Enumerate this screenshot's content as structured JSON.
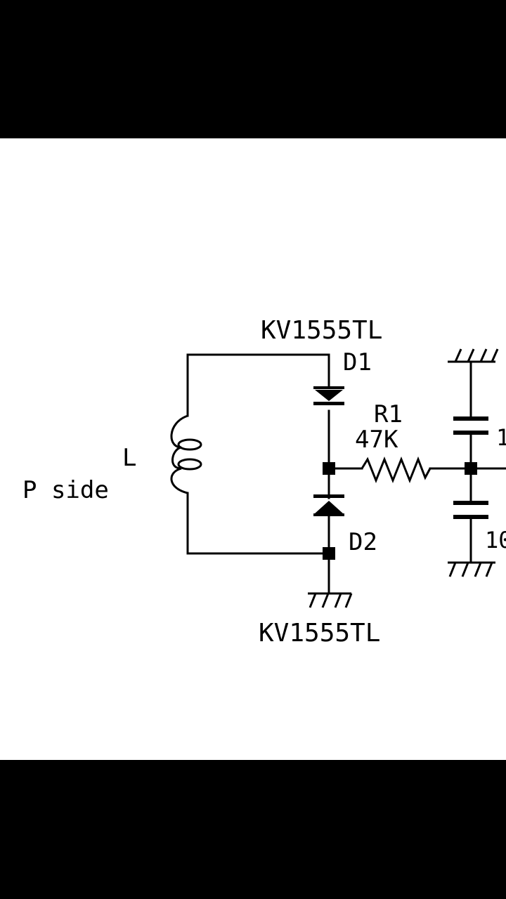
{
  "diagram": {
    "inductor": {
      "label": "L",
      "sublabel": "P side"
    },
    "diode_top": {
      "ref": "D1",
      "part": "KV1555TL"
    },
    "diode_bottom": {
      "ref": "D2",
      "part": "KV1555TL"
    },
    "resistor": {
      "ref": "R1",
      "value": "47K"
    },
    "cap_top_partial": "1",
    "cap_bottom_partial": "10"
  }
}
